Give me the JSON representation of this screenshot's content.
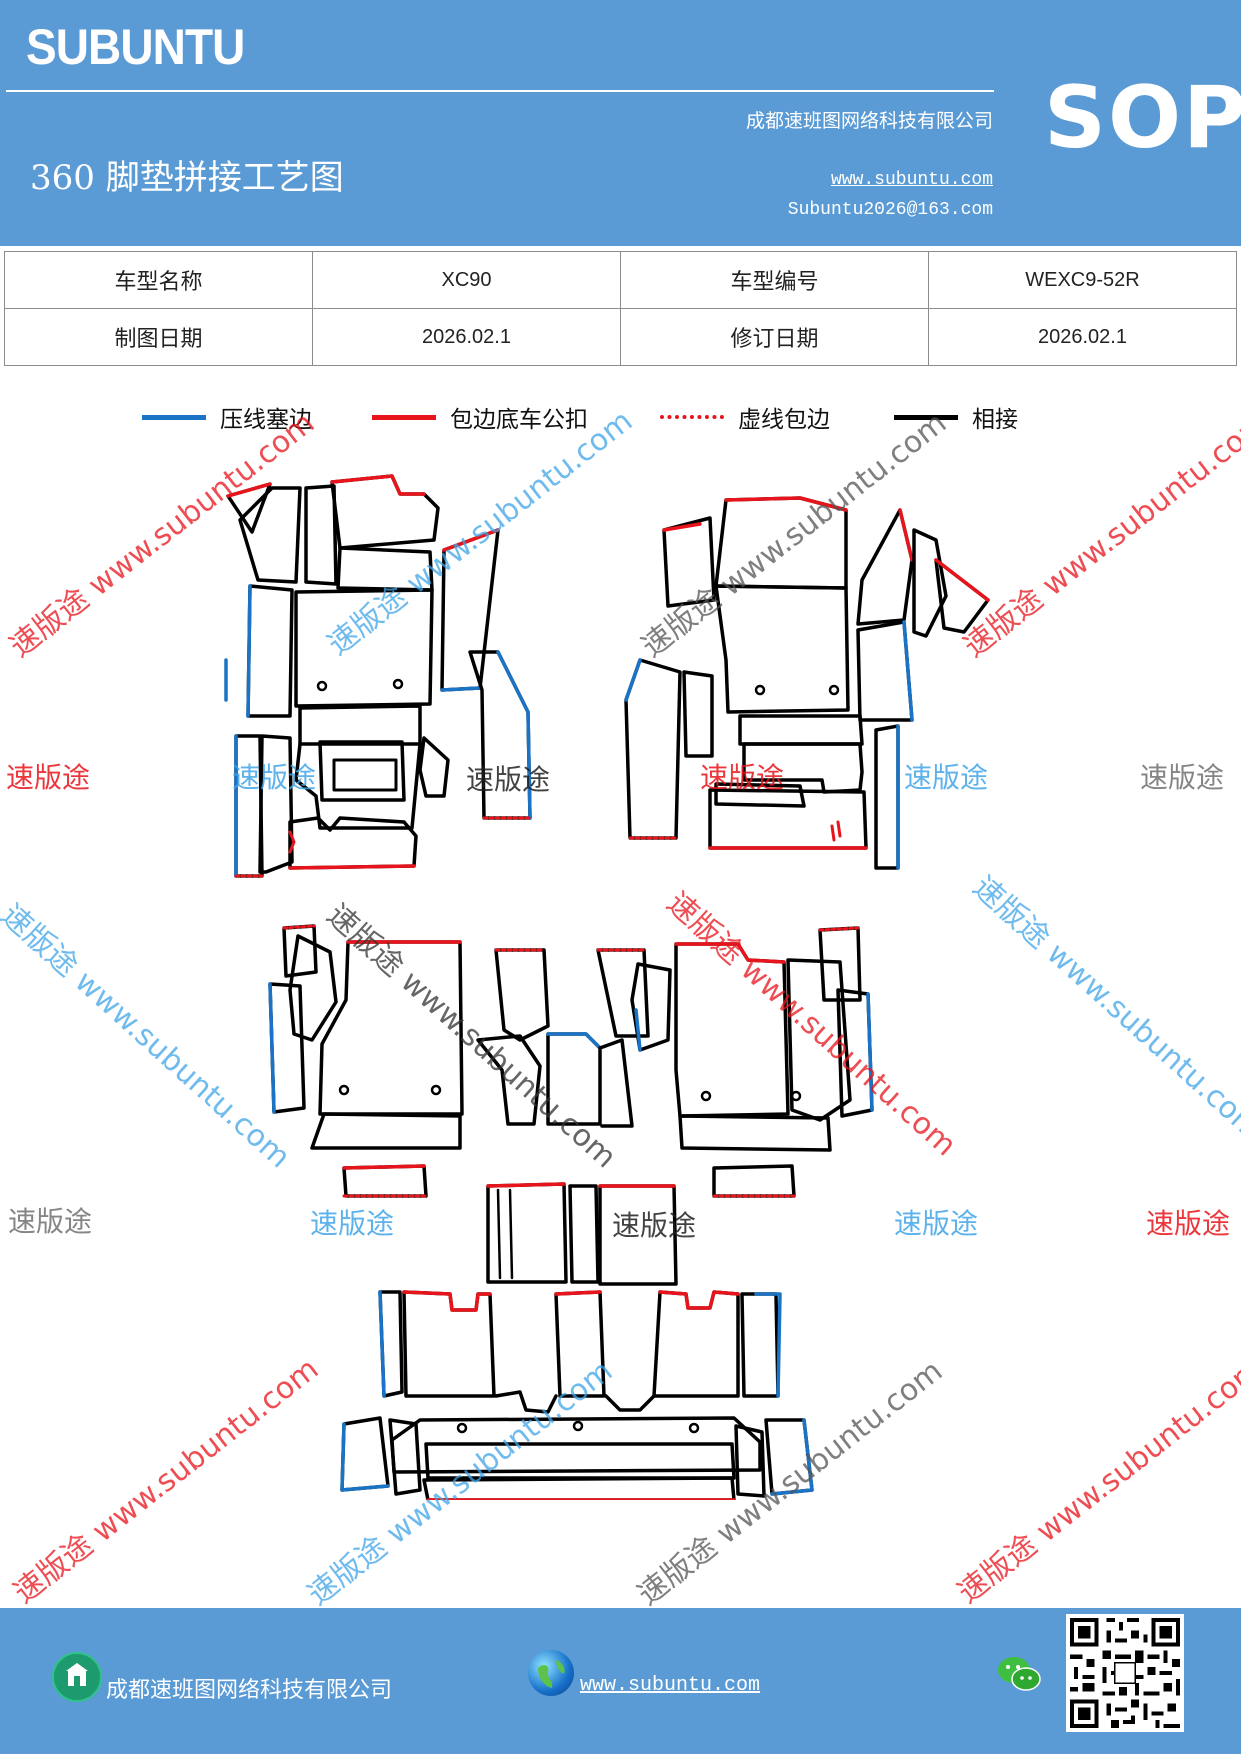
{
  "header": {
    "brand": "SUBUNTU",
    "company": "成都速班图网络科技有限公司",
    "title": "360 脚垫拼接工艺图",
    "url": "www.subuntu.com",
    "email": "Subuntu2026@163.com",
    "badge": "SOP"
  },
  "info": {
    "model_name_label": "车型名称",
    "model_name": "XC90",
    "model_code_label": "车型编号",
    "model_code": "WEXC9-52R",
    "draw_date_label": "制图日期",
    "draw_date": "2026.02.1",
    "revise_date_label": "修订日期",
    "revise_date": "2026.02.1"
  },
  "legend": [
    {
      "label": "压线塞边",
      "color": "#1a73c4",
      "style": "solid"
    },
    {
      "label": "包边底车公扣",
      "color": "#e8141b",
      "style": "solid"
    },
    {
      "label": "虚线包边",
      "color": "#e8141b",
      "style": "dotted"
    },
    {
      "label": "相接",
      "color": "#000000",
      "style": "solid"
    }
  ],
  "watermark": {
    "text": "速版途",
    "diag": "速版途 www.subuntu.com"
  },
  "colors": {
    "header_bg": "#5b9bd5",
    "blue": "#1a73c4",
    "red": "#e8141b",
    "wm_red": "#e8141b",
    "wm_blue": "#41a5e8",
    "wm_gray": "#707070"
  },
  "footer": {
    "company": "成都速班图网络科技有限公司",
    "url": "www.subuntu.com "
  }
}
